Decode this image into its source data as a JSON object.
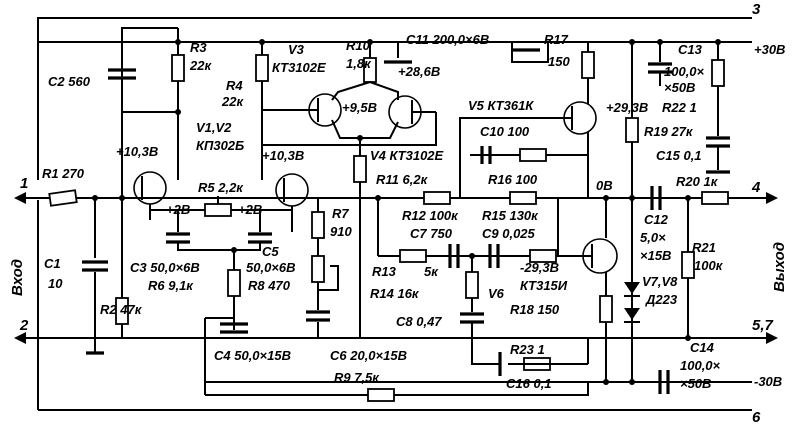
{
  "input_label": "Вход",
  "output_label": "Выход",
  "nodes": {
    "n1": "1",
    "n2": "2",
    "n3": "3",
    "n4": "4",
    "n57": "5,7",
    "n6": "6"
  },
  "rails": {
    "pos": "+30В",
    "neg": "-30В",
    "zero": "0В"
  },
  "voltages": {
    "v1": "+10,3В",
    "v2": "+10,3В",
    "v3": "+28,6В",
    "v4": "+9,5В",
    "v5": "+29,3В",
    "v6": "-29,3В",
    "v7": "+2В",
    "v8": "+2В"
  },
  "components": {
    "r1": "R1  270",
    "c1a": "C1",
    "c1b": "10",
    "c2": "C2  560",
    "r3a": "R3",
    "r3b": "22к",
    "r4a": "R4",
    "r4b": "22к",
    "v12a": "V1,V2",
    "v12b": "КП302Б",
    "v3a": "V3",
    "v3b": "КТ3102Е",
    "r10a": "R10",
    "r10b": "1,8к",
    "c11": "C11  200,0×6В",
    "r17a": "R17",
    "r17b": "150",
    "c13a": "C13",
    "c13b": "100,0×",
    "c13c": "×50В",
    "r22": "R22  1",
    "r19": "R19  27к",
    "c15": "C15  0,1",
    "v5": "V5  КТ361К",
    "c10": "C10  100",
    "v4": "V4  КТ3102Е",
    "r5": "R5  2,2к",
    "r7a": "R7",
    "r7b": "910",
    "r11": "R11  6,2к",
    "r16": "R16  100",
    "r20": "R20  1к",
    "r12": "R12  100к",
    "r15": "R15  130к",
    "c7": "C7  750",
    "c9": "C9  0,025",
    "c12a": "C12",
    "c12b": "5,0×",
    "c12c": "×15В",
    "c3": "C3  50,0×6В",
    "c5a": "C5",
    "c5b": "50,0×6В",
    "r6": "R6  9,1к",
    "r8": "R8  470",
    "r2": "R2  47к",
    "r13": "R13",
    "r13b": "5к",
    "r14": "R14  16к",
    "v6": "V6",
    "v6b": "КТ315И",
    "r21a": "R21",
    "r21b": "100к",
    "v78a": "V7,V8",
    "v78b": "Д223",
    "c8": "C8  0,47",
    "r18": "R18  150",
    "c4": "C4  50,0×15В",
    "c6": "C6  20,0×15В",
    "r23": "R23  1",
    "c16": "C16  0,1",
    "c14a": "C14",
    "c14b": "100,0×",
    "c14c": "×50В",
    "r9": "R9  7,5к"
  }
}
